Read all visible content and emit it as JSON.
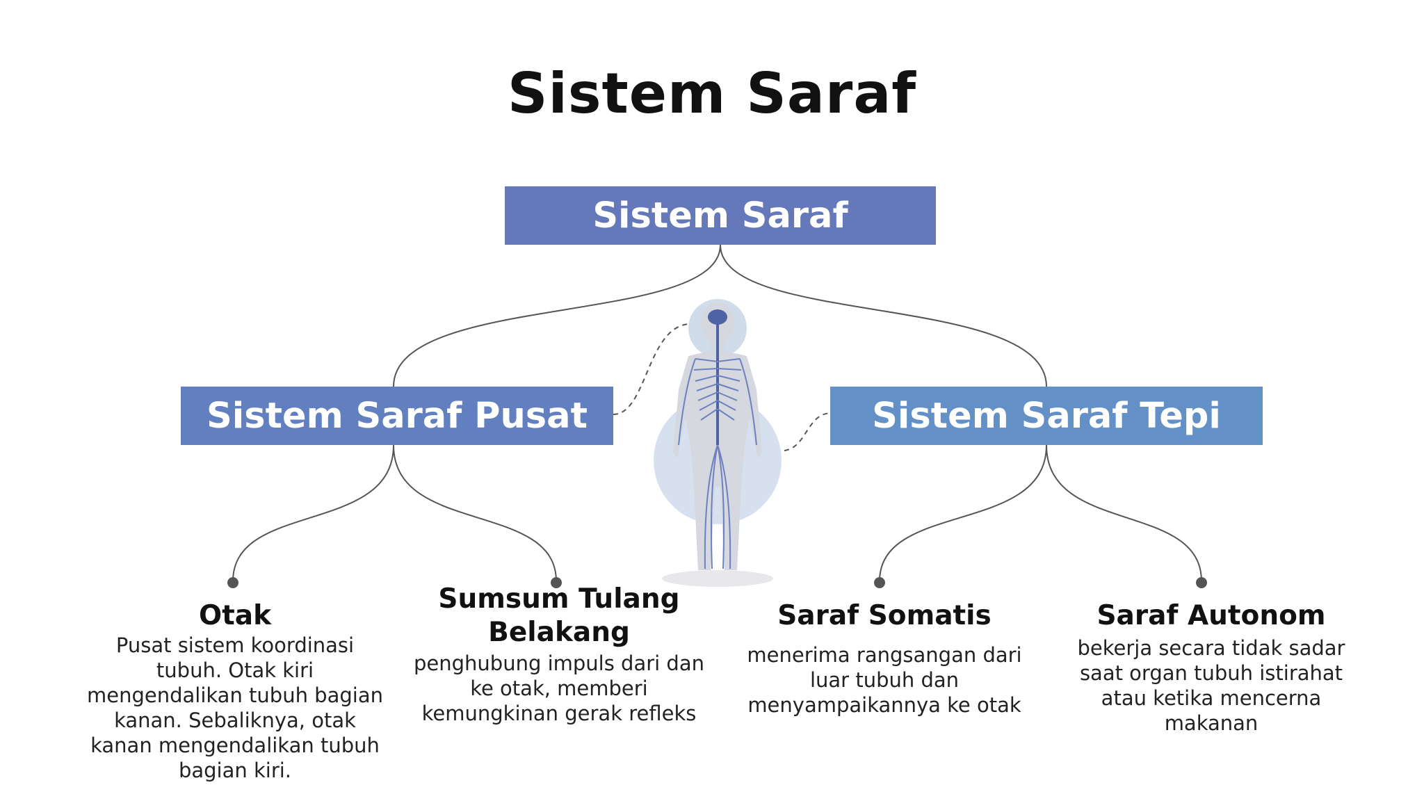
{
  "title": "Sistem Saraf",
  "root": {
    "label": "Sistem Saraf"
  },
  "branches": [
    {
      "label": "Sistem Saraf Pusat",
      "children": [
        {
          "title": "Otak",
          "description": "Pusat sistem koordinasi tubuh. Otak kiri mengendalikan tubuh bagian kanan. Sebaliknya, otak kanan mengendalikan tubuh bagian kiri."
        },
        {
          "title": "Sumsum Tulang Belakang",
          "description": "penghubung impuls dari dan ke otak, memberi kemungkinan gerak refleks"
        }
      ]
    },
    {
      "label": "Sistem Saraf Tepi",
      "children": [
        {
          "title": "Saraf Somatis",
          "description": "menerima rangsangan dari luar  tubuh dan menyampaikannya ke otak"
        },
        {
          "title": "Saraf Autonom",
          "description": "bekerja secara tidak sadar saat organ tubuh istirahat atau ketika mencerna makanan"
        }
      ]
    }
  ],
  "illustration": {
    "icon": "human-nervous-system-figure"
  },
  "colors": {
    "root_box": "#6578b9",
    "cns_box": "#6280bf",
    "pns_box": "#6390c7",
    "connector": "#555555",
    "figure_glow": "#c9d6e8"
  }
}
